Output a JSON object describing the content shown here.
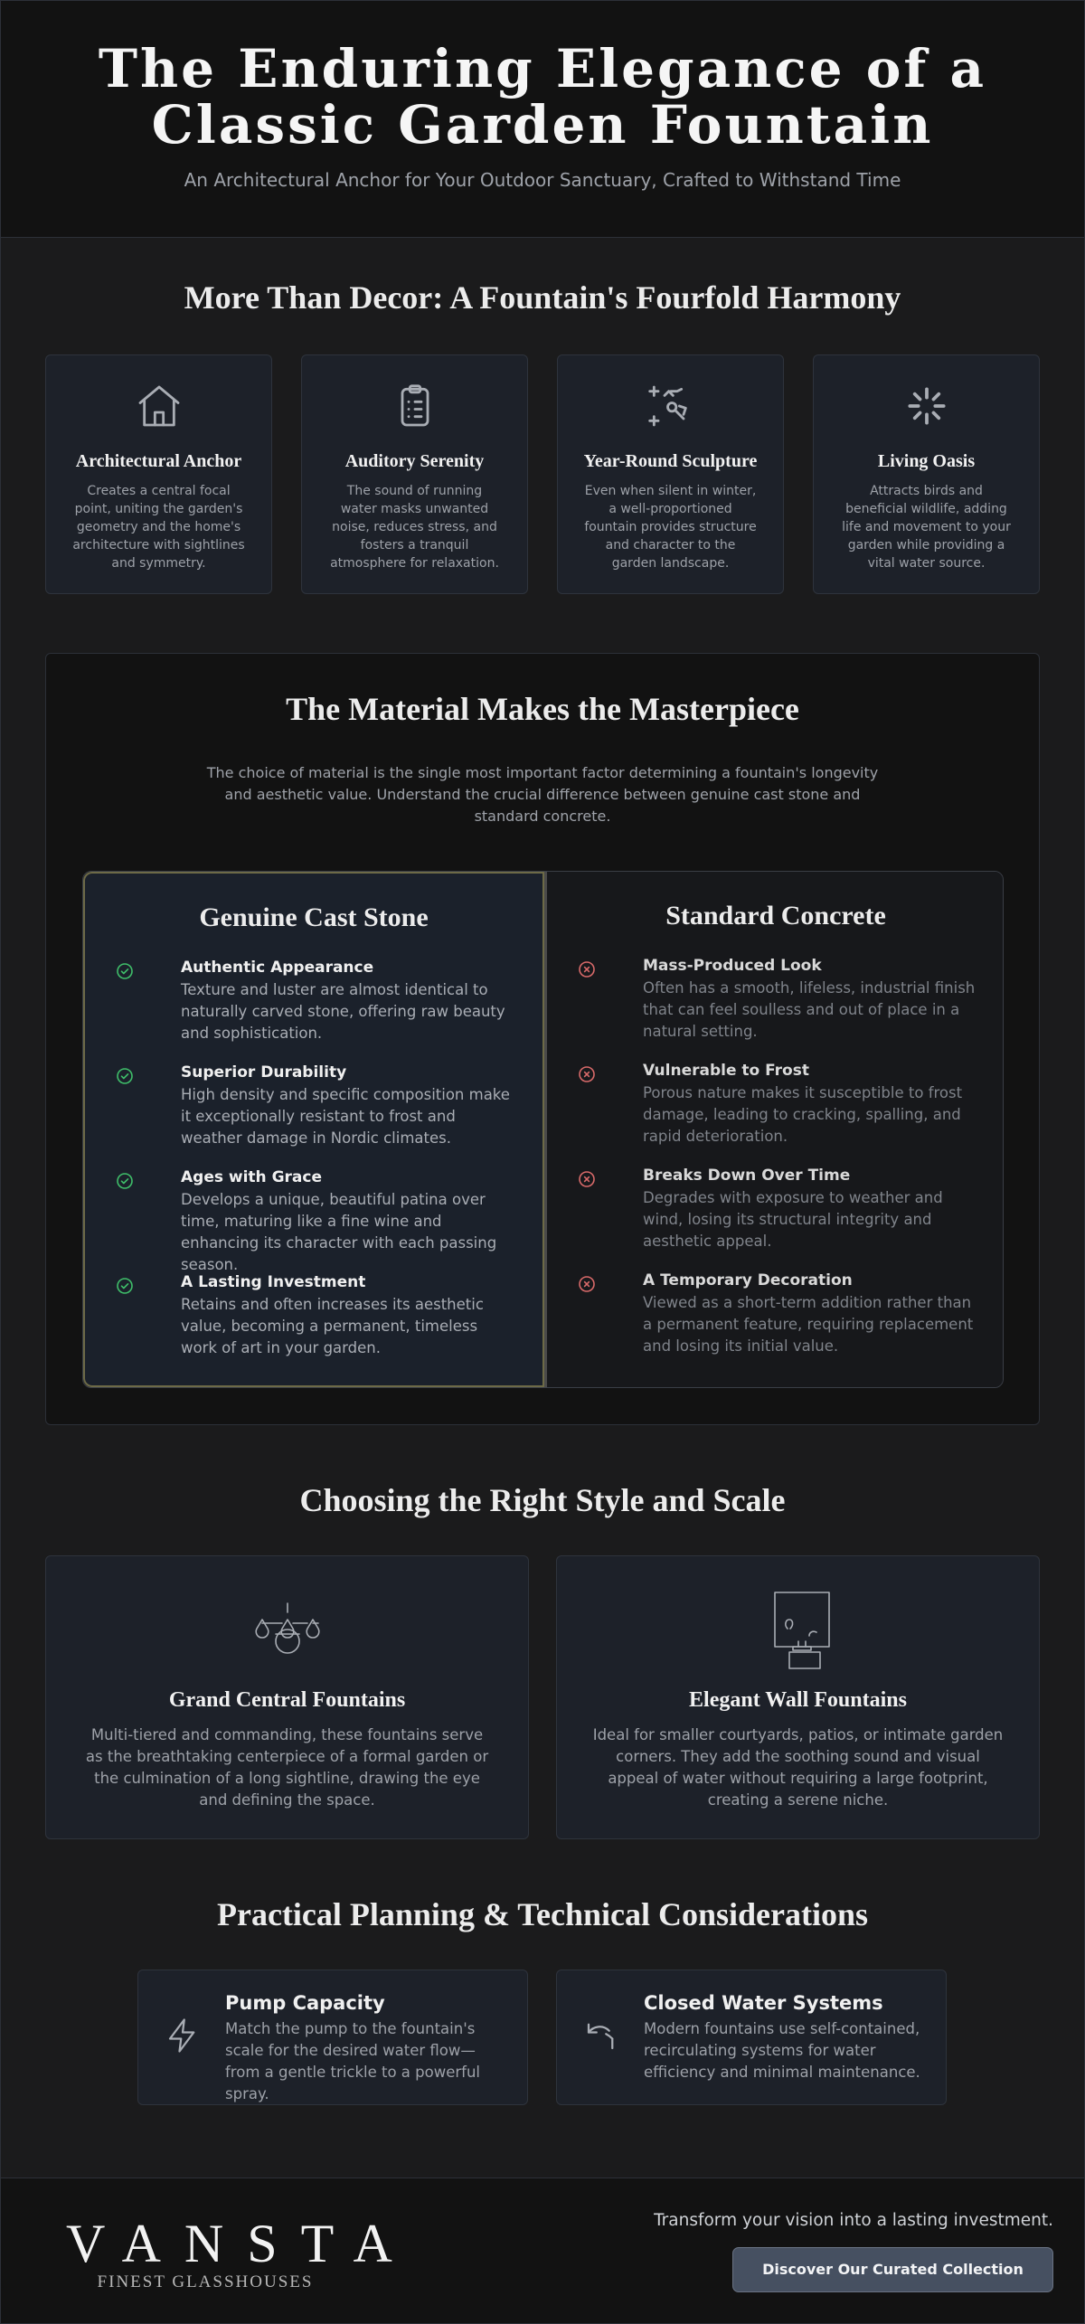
{
  "hero": {
    "title": "The Enduring Elegance of a Classic Garden Fountain",
    "subtitle": "An Architectural Anchor for Your Outdoor Sanctuary, Crafted to Withstand Time"
  },
  "harmony": {
    "title": "More Than Decor: A Fountain's Fourfold Harmony",
    "cards": [
      {
        "icon": "house-icon",
        "title": "Architectural Anchor",
        "text": "Creates a central focal point, uniting the garden's geometry and the home's architecture with sightlines and symmetry."
      },
      {
        "icon": "clipboard-icon",
        "title": "Auditory Serenity",
        "text": "The sound of running water masks unwanted noise, reduces stress, and fosters a tranquil atmosphere for relaxation."
      },
      {
        "icon": "sparkle-tools-icon",
        "title": "Year-Round Sculpture",
        "text": "Even when silent in winter, a well-proportioned fountain provides structure and character to the garden landscape."
      },
      {
        "icon": "loader-icon",
        "title": "Living Oasis",
        "text": "Attracts birds and beneficial wildlife, adding life and movement to your garden while providing a vital water source."
      }
    ]
  },
  "material": {
    "title": "The Material Makes the Masterpiece",
    "intro": "The choice of material is the single most important factor determining a fountain's longevity and aesthetic value. Understand the crucial difference between genuine cast stone and standard concrete.",
    "good": {
      "title": "Genuine Cast Stone",
      "items": [
        {
          "title": "Authentic Appearance",
          "text": "Texture and luster are almost identical to naturally carved stone, offering raw beauty and sophistication."
        },
        {
          "title": "Superior Durability",
          "text": "High density and specific composition make it exceptionally resistant to frost and weather damage in Nordic climates."
        },
        {
          "title": "Ages with Grace",
          "text": "Develops a unique, beautiful patina over time, maturing like a fine wine and enhancing its character with each passing season."
        },
        {
          "title": "A Lasting Investment",
          "text": "Retains and often increases its aesthetic value, becoming a permanent, timeless work of art in your garden."
        }
      ]
    },
    "bad": {
      "title": "Standard Concrete",
      "items": [
        {
          "title": "Mass-Produced Look",
          "text": "Often has a smooth, lifeless, industrial finish that can feel soulless and out of place in a natural setting."
        },
        {
          "title": "Vulnerable to Frost",
          "text": "Porous nature makes it susceptible to frost damage, leading to cracking, spalling, and rapid deterioration."
        },
        {
          "title": "Breaks Down Over Time",
          "text": "Degrades with exposure to weather and wind, losing its structural integrity and aesthetic appeal."
        },
        {
          "title": "A Temporary Decoration",
          "text": "Viewed as a short-term addition rather than a permanent feature, requiring replacement and losing its initial value."
        }
      ]
    }
  },
  "styles": {
    "title": "Choosing the Right Style and Scale",
    "cards": [
      {
        "icon": "tiered-fountain-icon",
        "title": "Grand Central Fountains",
        "text": "Multi-tiered and commanding, these fountains serve as the breathtaking centerpiece of a formal garden or the culmination of a long sightline, drawing the eye and defining the space."
      },
      {
        "icon": "wall-fountain-icon",
        "title": "Elegant Wall Fountains",
        "text": "Ideal for smaller courtyards, patios, or intimate garden corners. They add the soothing sound and visual appeal of water without requiring a large footprint, creating a serene niche."
      }
    ]
  },
  "technical": {
    "title": "Practical Planning & Technical Considerations",
    "cards": [
      {
        "icon": "lightning-icon",
        "title": "Pump Capacity",
        "text": "Match the pump to the fountain's scale for the desired water flow—from a gentle trickle to a powerful spray."
      },
      {
        "icon": "recycle-arrow-icon",
        "title": "Closed Water Systems",
        "text": "Modern fountains use self-contained, recirculating systems for water efficiency and minimal maintenance."
      }
    ]
  },
  "footer": {
    "brand_name": "VANSTA",
    "brand_sub": "FINEST GLASSHOUSES",
    "tagline": "Transform your vision into a lasting investment.",
    "cta": "Discover Our Curated Collection"
  },
  "colors": {
    "check": "#3fbf6a",
    "cross": "#d96a6a",
    "accent_border": "#6d6a47",
    "cta_bg": "#465061"
  }
}
